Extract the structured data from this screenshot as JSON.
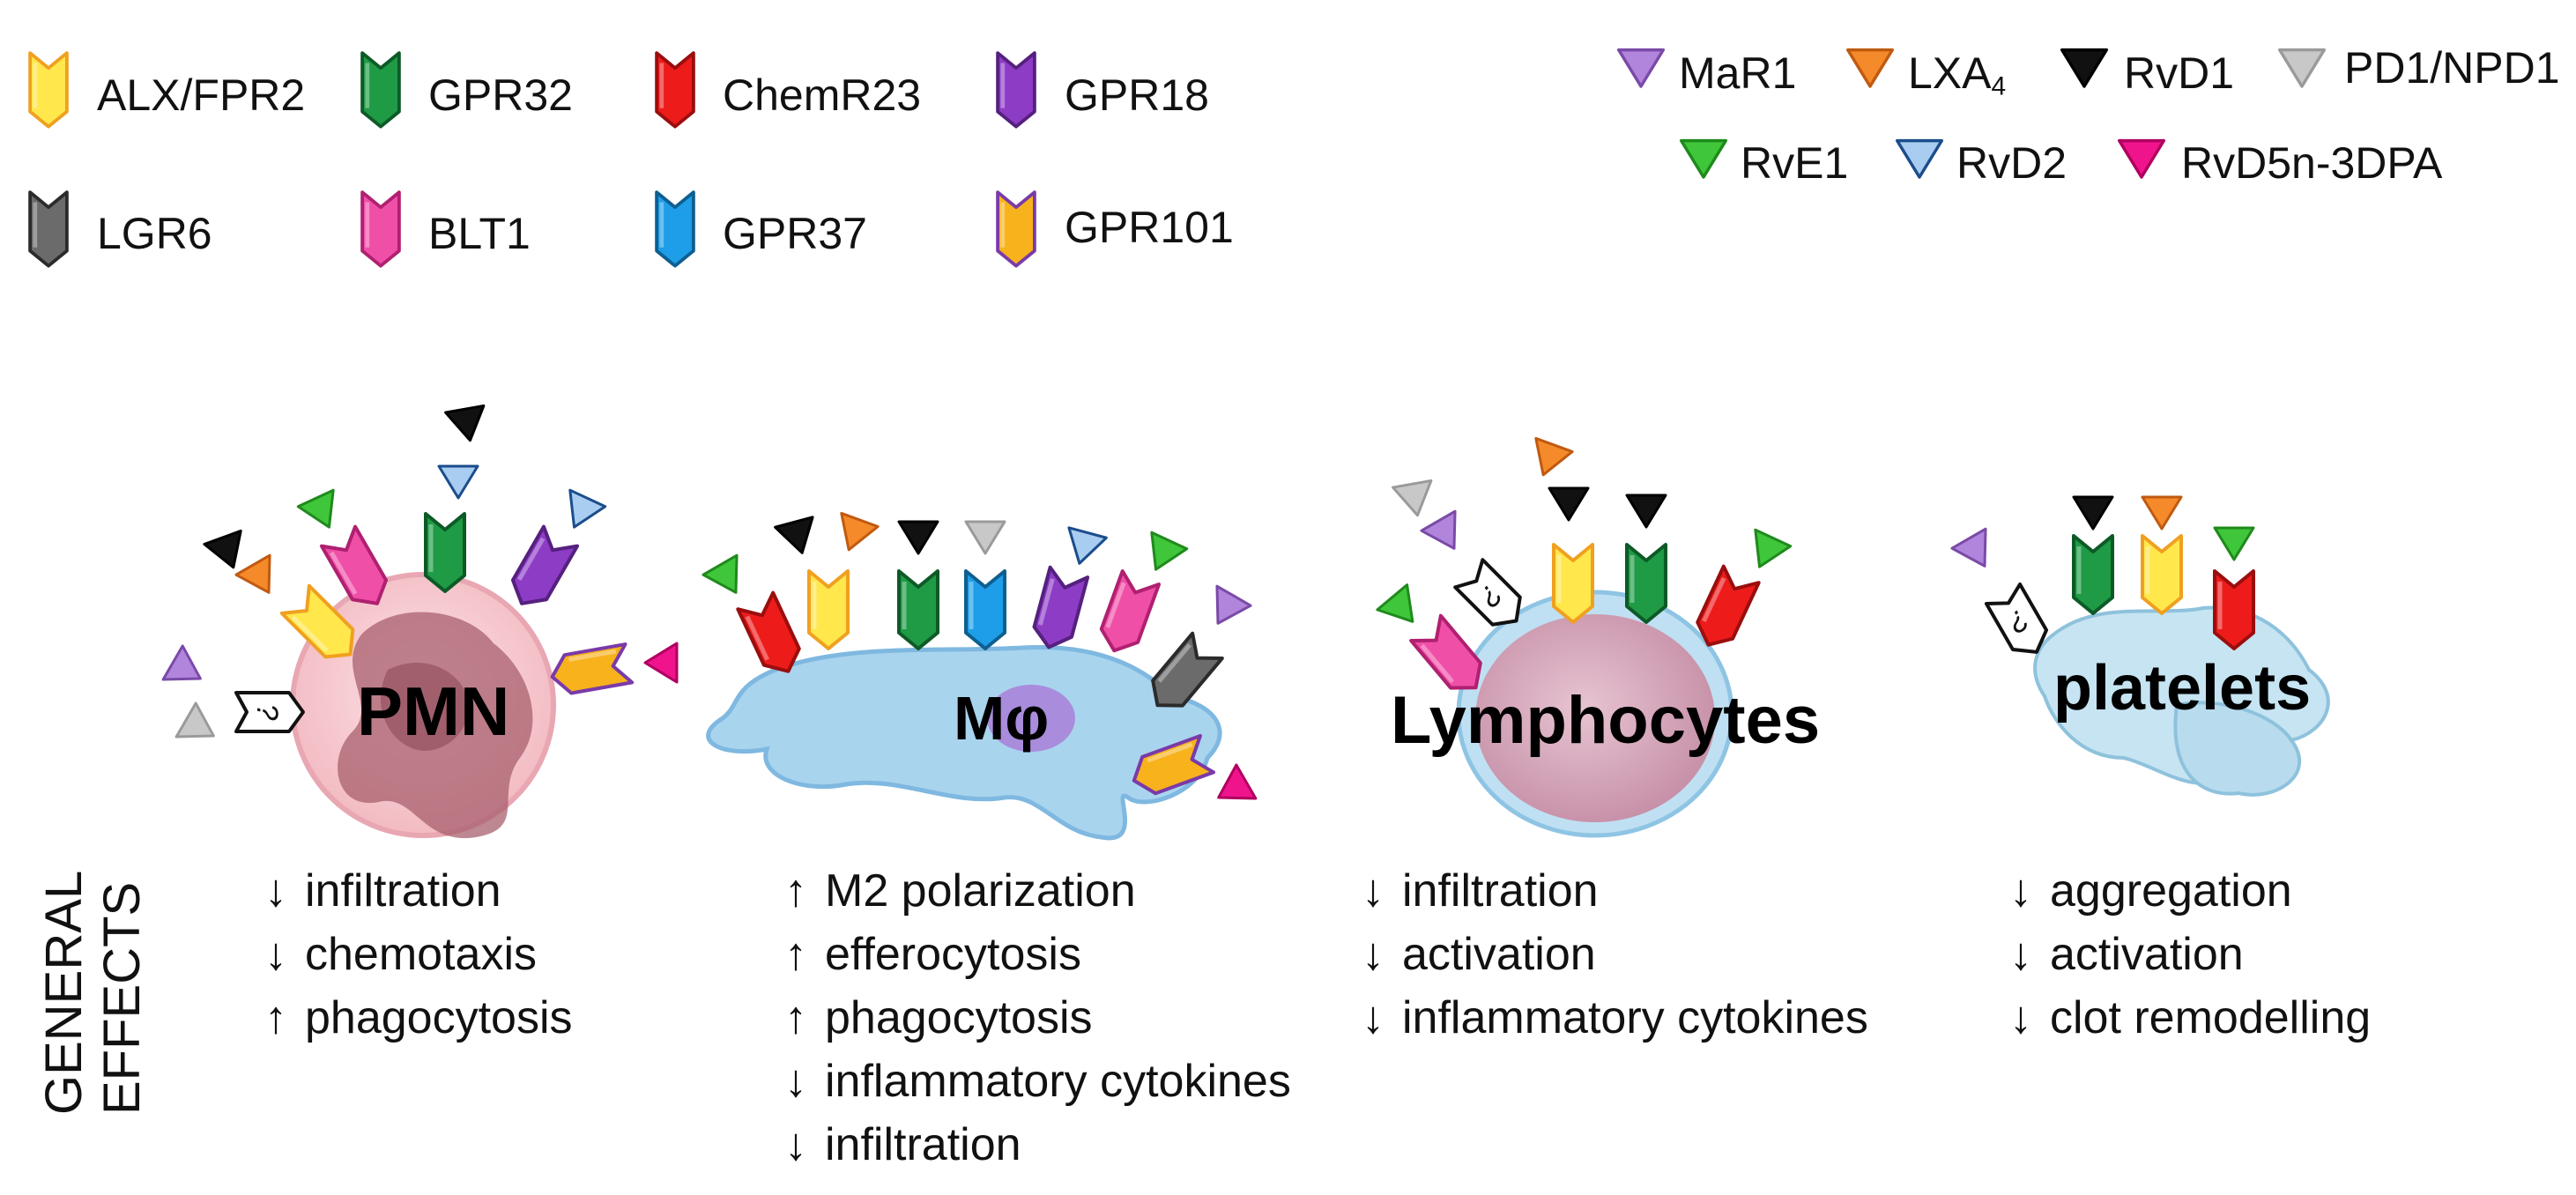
{
  "receptor_legend": [
    {
      "key": "alx",
      "label": "ALX/FPR2",
      "color": "#ffe74c",
      "outline": "#f0a020"
    },
    {
      "key": "gpr32",
      "label": "GPR32",
      "color": "#1f9a45",
      "outline": "#0d5a27"
    },
    {
      "key": "chemr23",
      "label": "ChemR23",
      "color": "#ee1b1b",
      "outline": "#9a0e0e"
    },
    {
      "key": "gpr18",
      "label": "GPR18",
      "color": "#8d3cc6",
      "outline": "#55207e"
    },
    {
      "key": "lgr6",
      "label": "LGR6",
      "color": "#6b6b6b",
      "outline": "#2b2b2b"
    },
    {
      "key": "blt1",
      "label": "BLT1",
      "color": "#f04fa8",
      "outline": "#b02070"
    },
    {
      "key": "gpr37",
      "label": "GPR37",
      "color": "#1e9ee8",
      "outline": "#0d5f90"
    },
    {
      "key": "gpr101",
      "label": "GPR101",
      "color": "#f7b21c",
      "outline": "#7a3aa8"
    }
  ],
  "mediator_legend": [
    {
      "key": "mar1",
      "label": "MaR1",
      "color": "#b285dc",
      "outline": "#7a4aa8"
    },
    {
      "key": "lxa4",
      "label": "LXA",
      "subscript": "4",
      "color": "#f58a2a",
      "outline": "#c05a10"
    },
    {
      "key": "rvd1",
      "label": "RvD1",
      "color": "#111111",
      "outline": "#000000"
    },
    {
      "key": "pd1",
      "label": "PD1/NPD1",
      "color": "#c8c8c8",
      "outline": "#9a9a9a"
    },
    {
      "key": "rve1",
      "label": "RvE1",
      "color": "#3fc63a",
      "outline": "#1f8a1c"
    },
    {
      "key": "rvd2",
      "label": "RvD2",
      "color": "#a9cdf0",
      "outline": "#1b4d8c"
    },
    {
      "key": "rvd5",
      "label": "RvD5n-3DPA",
      "color": "#f0148c",
      "outline": "#b00060"
    }
  ],
  "cells": [
    {
      "key": "pmn",
      "name": "PMN",
      "effects": [
        {
          "arrow": "↓",
          "text": "infiltration"
        },
        {
          "arrow": "↓",
          "text": "chemotaxis"
        },
        {
          "arrow": "↑",
          "text": "phagocytosis"
        }
      ]
    },
    {
      "key": "macrophage",
      "name": "Mφ",
      "effects": [
        {
          "arrow": "↑",
          "text": "M2 polarization"
        },
        {
          "arrow": "↑",
          "text": "efferocytosis"
        },
        {
          "arrow": "↑",
          "text": "phagocytosis"
        },
        {
          "arrow": "↓",
          "text": "inflammatory cytokines"
        },
        {
          "arrow": "↓",
          "text": "infiltration"
        }
      ]
    },
    {
      "key": "lymphocytes",
      "name": "Lymphocytes",
      "effects": [
        {
          "arrow": "↓",
          "text": "infiltration"
        },
        {
          "arrow": "↓",
          "text": "activation"
        },
        {
          "arrow": "↓",
          "text": "inflammatory cytokines"
        }
      ]
    },
    {
      "key": "platelets",
      "name": "platelets",
      "effects": [
        {
          "arrow": "↓",
          "text": "aggregation"
        },
        {
          "arrow": "↓",
          "text": "activation"
        },
        {
          "arrow": "↓",
          "text": "clot remodelling"
        }
      ]
    }
  ],
  "unknown_receptor_symbol": "?",
  "general_effects_label": [
    "GENERAL",
    "EFFECTS"
  ]
}
